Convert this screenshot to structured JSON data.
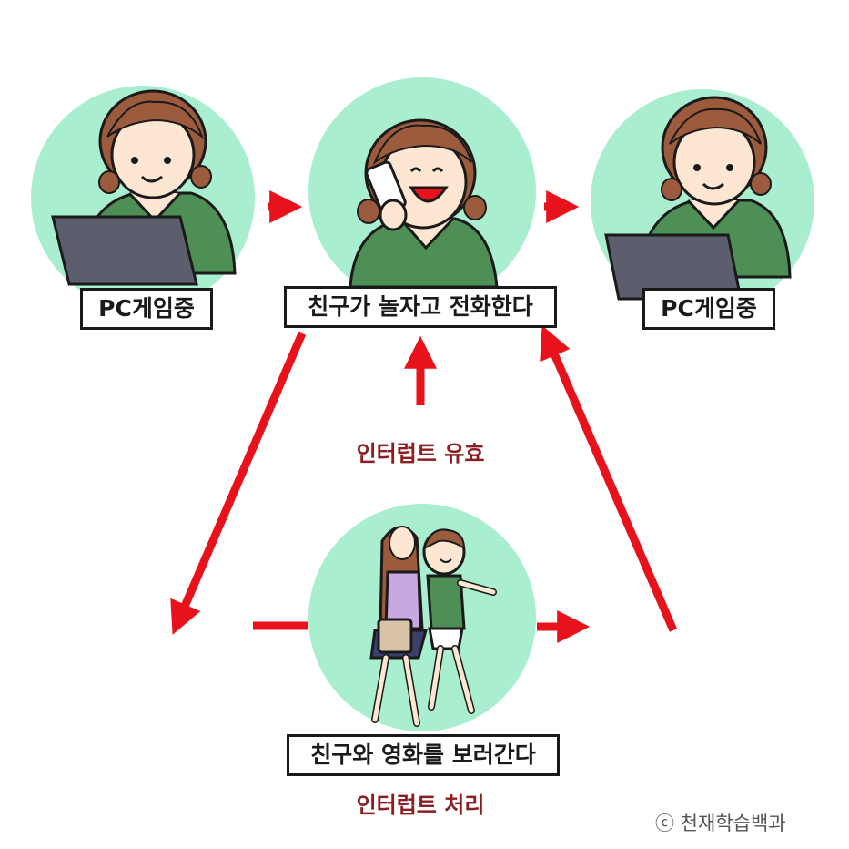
{
  "nodes": {
    "pc_left": {
      "label": "PC게임중",
      "icon": "girl-laptop-icon"
    },
    "phone_call": {
      "label": "친구가 놀자고 전화한다",
      "icon": "girl-phone-icon"
    },
    "pc_right": {
      "label": "PC게임중",
      "icon": "girl-laptop-icon"
    },
    "movie": {
      "label": "친구와 영화를 보러간다",
      "icon": "friends-walking-icon"
    }
  },
  "notes": {
    "interrupt_valid": "인터럽트 유효",
    "interrupt_handle": "인터럽트 처리"
  },
  "copyright": "ⓒ 천재학습백과",
  "colors": {
    "circle": "#a9efcf",
    "arrow": "#e8121c",
    "note_text": "#8a1e22",
    "shirt": "#4e8f55",
    "hair": "#9b5b3c",
    "skin": "#fde6d2",
    "laptop": "#5c5e6e"
  }
}
